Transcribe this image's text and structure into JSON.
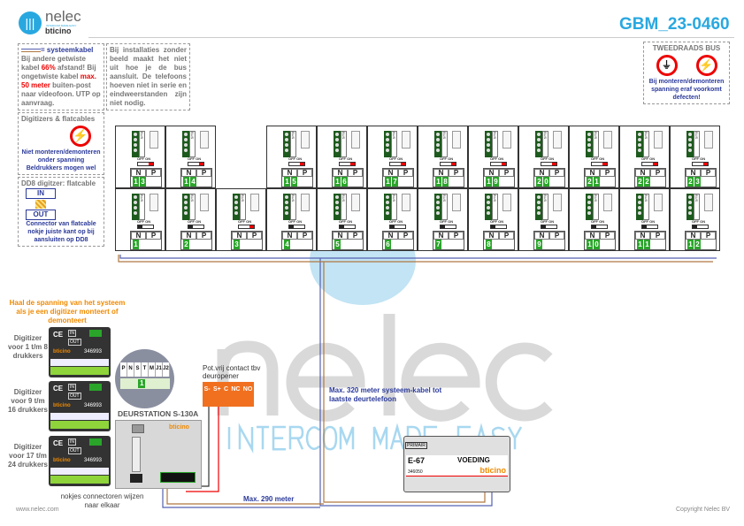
{
  "header": {
    "brand": "nelec",
    "tagline": "INTERCOM MADE EASY",
    "partner": "bticino",
    "doc_id": "GBM_23-0460"
  },
  "notes": {
    "cable_legend": "= systeemkabel",
    "cable_text1": "Bij andere getwiste kabel",
    "cable_pct": "66%",
    "cable_text2": "afstand!",
    "cable_text3": "Bij ongetwiste kabel",
    "cable_max": "max. 50 meter",
    "cable_text4": "buiten-post naar videofoon. UTP op aanvraag.",
    "install": "Bij installaties zonder beeld maakt het niet uit hoe je de bus aansluit. De telefoons hoeven niet in serie en eindweerstanden zijn niet nodig.",
    "digitizers_title": "Digitizers & flatcables",
    "digitizers_warn": "Niet monteren/demonteren onder spanning",
    "digitizers_ok": "Beldrukkers mogen wel",
    "dd8_title": "DD8 digitzer: flatcable",
    "dd8_in": "IN",
    "dd8_out": "OUT",
    "dd8_text": "Connector van flatcable nokje juiste kant op bij aansluiten op DD8",
    "bus_title": "TWEEDRAADS BUS",
    "bus_warn1": "Bij monteren/demonteren",
    "bus_warn2": "spanning eraf voorkomt defecten!"
  },
  "phones": {
    "bus_label": "BUS",
    "switch_label": "OFF ON",
    "n_label": "N",
    "p_label": "P",
    "top_row": [
      {
        "n": "13",
        "on": true
      },
      {
        "n": "14",
        "on": true
      },
      null,
      {
        "n": "15",
        "on": true
      },
      {
        "n": "16",
        "on": true
      },
      {
        "n": "17",
        "on": true
      },
      {
        "n": "18",
        "on": true
      },
      {
        "n": "19",
        "on": true
      },
      {
        "n": "20",
        "on": true
      },
      {
        "n": "21",
        "on": true
      },
      {
        "n": "22",
        "on": true
      },
      {
        "n": "23",
        "on": true
      }
    ],
    "bottom_row": [
      {
        "n": "1",
        "on": false
      },
      {
        "n": "2",
        "on": false
      },
      {
        "n": "3",
        "on": true
      },
      {
        "n": "4",
        "on": false
      },
      {
        "n": "5",
        "on": false
      },
      {
        "n": "6",
        "on": false
      },
      {
        "n": "7",
        "on": false
      },
      {
        "n": "8",
        "on": false
      },
      {
        "n": "9",
        "on": false
      },
      {
        "n": "10",
        "on": false
      },
      {
        "n": "11",
        "on": false
      },
      {
        "n": "12",
        "on": false
      }
    ]
  },
  "door": {
    "warning": "Haal de spanning van het systeem als je een digitizer monteert of demonteert",
    "digitizers": [
      {
        "label": "Digitizer voor 1 t/m 8 drukkers",
        "code": "346993"
      },
      {
        "label": "Digitizer voor 9 t/m 16 drukkers",
        "code": "346993"
      },
      {
        "label": "Digitizer voor 17 t/m 24 drukkers",
        "code": "346993"
      }
    ],
    "ce": "CE",
    "in": "IN",
    "out": "OUT",
    "magnifier_terms": [
      "P",
      "N",
      "S",
      "T",
      "M",
      "J1",
      "J2"
    ],
    "magnifier_num": "1",
    "station": "DEURSTATION S-130A",
    "nokjes": "nokjes connectoren wijzen naar elkaar",
    "contact_title": "Pot.vrij contact tbv deuropener",
    "contact_terms": [
      "S-",
      "S+",
      "C",
      "NC",
      "NO"
    ]
  },
  "psu": {
    "primary": "PRIMAIR",
    "model": "E-67",
    "name": "VOEDING",
    "code": "346050",
    "brand": "bticino"
  },
  "cables": {
    "max320": "Max. 320 meter systeem-kabel tot laatste deurtelefoon",
    "max290": "Max. 290 meter"
  },
  "footer": {
    "web": "www.nelec.com",
    "copyright": "Copyright Nelec BV"
  },
  "colors": {
    "blue": "#29a8e0",
    "navy": "#2b3a9a",
    "red": "#e00000",
    "orange": "#f08a00",
    "green": "#2aa52a",
    "wire_blue": "#5560b0",
    "wire_brown": "#b07840"
  }
}
